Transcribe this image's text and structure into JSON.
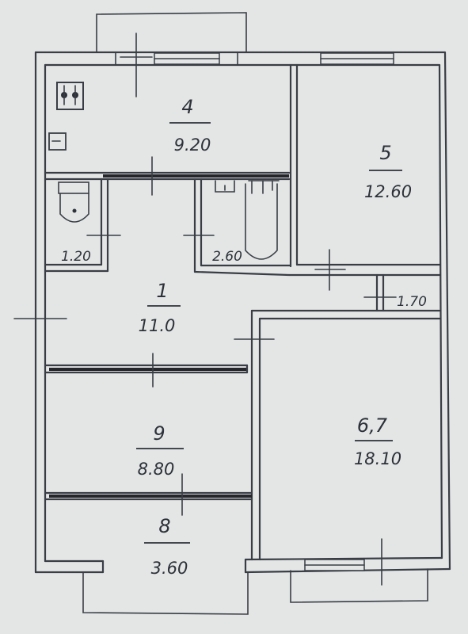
{
  "rooms": [
    {
      "id": "kitchen",
      "number": "4",
      "area": "9.20"
    },
    {
      "id": "room5",
      "number": "5",
      "area": "12.60"
    },
    {
      "id": "wc",
      "number": "",
      "area": "1.20"
    },
    {
      "id": "bath",
      "number": "",
      "area": "2.60"
    },
    {
      "id": "corridor",
      "number": "1",
      "area": "11.0"
    },
    {
      "id": "closet",
      "number": "",
      "area": "1.70"
    },
    {
      "id": "room9",
      "number": "9",
      "area": "8.80"
    },
    {
      "id": "room67",
      "number": "6,7",
      "area": "18.10"
    },
    {
      "id": "balcony8",
      "number": "8",
      "area": "3.60"
    }
  ]
}
